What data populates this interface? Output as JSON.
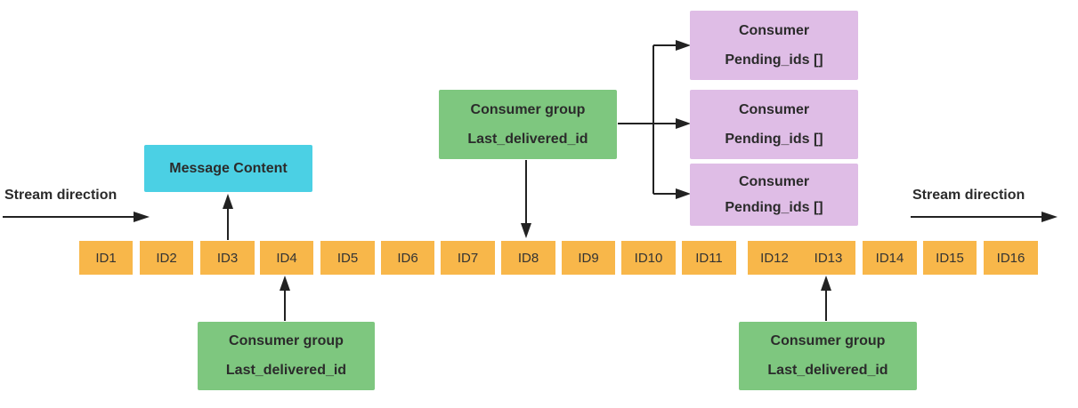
{
  "stream": {
    "left_label": "Stream direction",
    "right_label": "Stream direction",
    "ids": [
      "ID1",
      "ID2",
      "ID3",
      "ID4",
      "ID5",
      "ID6",
      "ID7",
      "ID8",
      "ID9",
      "ID10",
      "ID11",
      "ID12",
      "ID13",
      "ID14",
      "ID15",
      "ID16"
    ]
  },
  "message_content": {
    "label": "Message Content"
  },
  "groups": [
    {
      "title": "Consumer group",
      "field": "Last_delivered_id"
    },
    {
      "title": "Consumer group",
      "field": "Last_delivered_id"
    },
    {
      "title": "Consumer group",
      "field": "Last_delivered_id"
    }
  ],
  "consumers": [
    {
      "title": "Consumer",
      "field": "Pending_ids []"
    },
    {
      "title": "Consumer",
      "field": "Pending_ids []"
    },
    {
      "title": "Consumer",
      "field": "Pending_ids []"
    }
  ],
  "colors": {
    "id_cell": "#f8b74a",
    "consumer_group": "#7ec77f",
    "consumer": "#dfbde6",
    "message_content": "#4bd0e4",
    "arrow": "#222222"
  }
}
